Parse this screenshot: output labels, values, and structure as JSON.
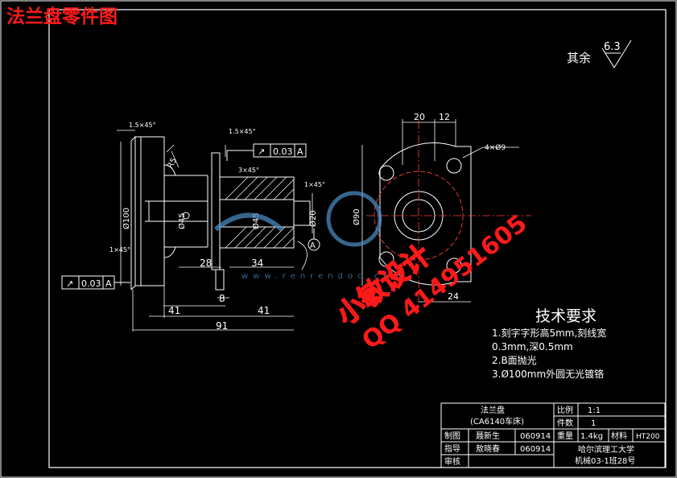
{
  "title": "法兰盘零件图",
  "roughness": {
    "prefix": "其余",
    "value": "6.3"
  },
  "colors": {
    "background": "#000000",
    "outline": "#ffffff",
    "hatch": "#ffffff",
    "center": "#ff4040",
    "watermark": "#ff1a1a",
    "logo": "#4f90c8"
  },
  "left_view": {
    "chamfer_top": "1.5×45°",
    "chamfer_bottom": "1×45°",
    "diameter_main": "Ø100",
    "diameter_bore": "Ø45",
    "tolerance_frame": {
      "symbol": "↗",
      "value": "0.03",
      "datum": "A"
    },
    "dim_41a": "41",
    "dim_41b": "41",
    "dim_91": "91",
    "radius": "R5"
  },
  "section_view": {
    "chamfer_top": "1.5×45°",
    "tolerance_frame": {
      "symbol": "↗",
      "value": "0.03",
      "datum": "A"
    },
    "dim_28": "28",
    "dim_34": "34",
    "dim_8": "8",
    "diameter_inner": "Ø45",
    "diameter_small": "Ø20",
    "angle_groove": "3×45°",
    "chamfer_right": "1×45°",
    "datum_label": "A"
  },
  "right_view": {
    "dim_20": "20",
    "dim_12": "12",
    "dim_24": "24",
    "holes": "4×Ø9",
    "diameter_circle": "Ø90"
  },
  "watermark": {
    "line1": "小敏设计",
    "line2": "QQ 414951605",
    "site": "www.renrendoc.com"
  },
  "tech_requirements": {
    "heading": "技术要求",
    "items": [
      "1.刻字字形高5mm,刻线宽",
      "  0.3mm,深0.5mm",
      "2.B面抛光",
      "3.Ø100mm外圆无光镀铬"
    ]
  },
  "title_block": {
    "part_name": "法兰盘",
    "part_sub": "(CA6140车床)",
    "scale_label": "比例",
    "scale_value": "1:1",
    "qty_label": "件数",
    "qty_value": "1",
    "drawn_label": "制图",
    "drawn_name": "聂新生",
    "drawn_date": "060914",
    "weight_label": "重量",
    "weight_value": "1.4kg",
    "material_label": "材料",
    "material_value": "HT200",
    "check_label": "指导",
    "check_name": "敖晓春",
    "check_date": "060914",
    "review_label": "审核",
    "school": "哈尔滨理工大学",
    "class": "机械03-1班28号"
  }
}
